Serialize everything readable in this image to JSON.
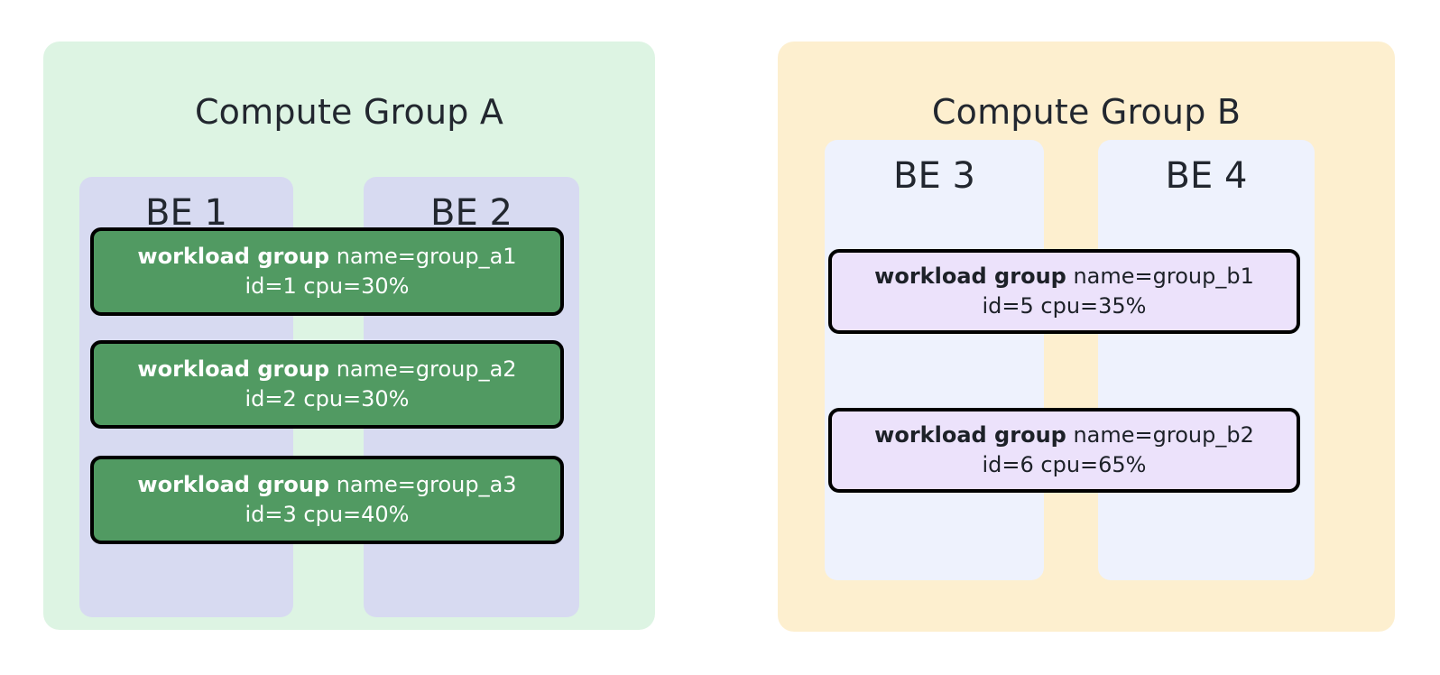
{
  "diagram": {
    "type": "resource-grouping-diagram",
    "colors": {
      "group_a_bg": "#ddf4e3",
      "group_b_bg": "#fdefcf",
      "be_a_bg": "#d7daf1",
      "be_b_bg": "#eef2fd",
      "workload_green": "#519a62",
      "workload_purple": "#ece2fb",
      "border": "#000000",
      "text_dark": "#22272f",
      "text_light": "#ffffff"
    },
    "groups": [
      {
        "id": "group-a",
        "title": "Compute Group A",
        "backends": [
          {
            "id": "be-1",
            "label": "BE 1"
          },
          {
            "id": "be-2",
            "label": "BE 2"
          }
        ],
        "workload_groups": [
          {
            "id": "wg-a1",
            "kind": "workload group",
            "name_attr": " name=group_a1",
            "detail": "id=1  cpu=30%",
            "name": "group_a1",
            "wg_id": "1",
            "cpu": "30%"
          },
          {
            "id": "wg-a2",
            "kind": "workload group",
            "name_attr": " name=group_a2",
            "detail": "id=2  cpu=30%",
            "name": "group_a2",
            "wg_id": "2",
            "cpu": "30%"
          },
          {
            "id": "wg-a3",
            "kind": "workload group",
            "name_attr": " name=group_a3",
            "detail": "id=3  cpu=40%",
            "name": "group_a3",
            "wg_id": "3",
            "cpu": "40%"
          }
        ]
      },
      {
        "id": "group-b",
        "title": "Compute Group B",
        "backends": [
          {
            "id": "be-3",
            "label": "BE 3"
          },
          {
            "id": "be-4",
            "label": "BE 4"
          }
        ],
        "workload_groups": [
          {
            "id": "wg-b1",
            "kind": "workload group",
            "name_attr": " name=group_b1",
            "detail": "id=5  cpu=35%",
            "name": "group_b1",
            "wg_id": "5",
            "cpu": "35%"
          },
          {
            "id": "wg-b2",
            "kind": "workload group",
            "name_attr": " name=group_b2",
            "detail": "id=6  cpu=65%",
            "name": "group_b2",
            "wg_id": "6",
            "cpu": "65%"
          }
        ]
      }
    ]
  }
}
